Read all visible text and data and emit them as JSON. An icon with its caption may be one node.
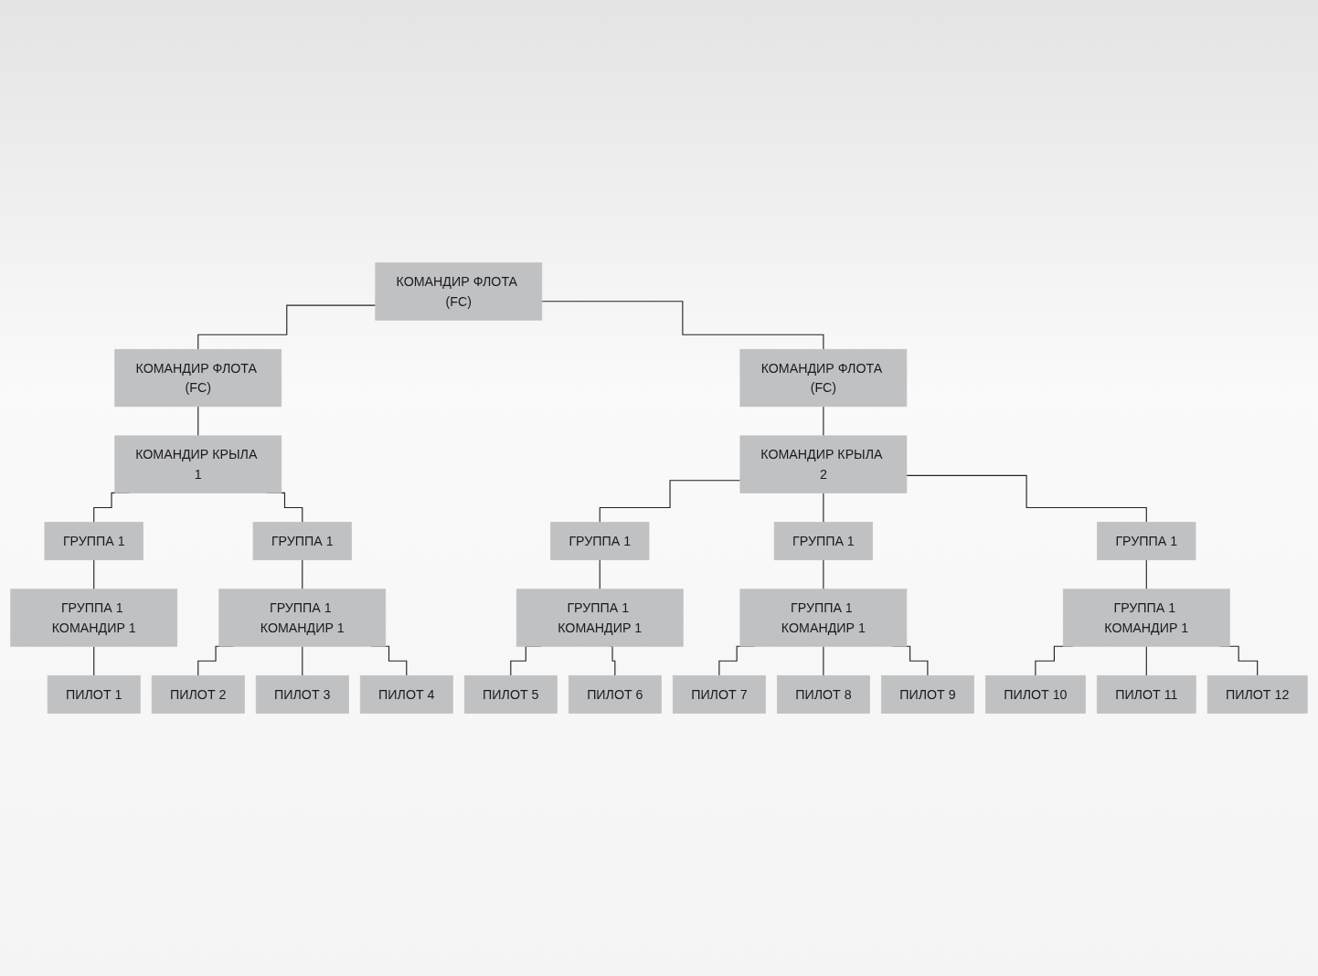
{
  "diagram": {
    "nodes": [
      {
        "text": [
          "КОМАНДИР ФЛОТА (FC)"
        ]
      },
      {
        "text": [
          "КОМАНДИР ФЛОТА (FC)"
        ]
      },
      {
        "text": [
          "КОМАНДИР ФЛОТА (FC)"
        ]
      },
      {
        "text": [
          "КОМАНДИР КРЫЛА 1"
        ]
      },
      {
        "text": [
          "КОМАНДИР КРЫЛА 2"
        ]
      },
      {
        "text": [
          "ГРУППА 1"
        ]
      },
      {
        "text": [
          "ГРУППА 1"
        ]
      },
      {
        "text": [
          "ГРУППА 1"
        ]
      },
      {
        "text": [
          "ГРУППА 1"
        ]
      },
      {
        "text": [
          "ГРУППА 1"
        ]
      },
      {
        "text": [
          "ГРУППА 1 КОМАНДИР 1"
        ]
      },
      {
        "text": [
          "ГРУППА 1 КОМАНДИР 1"
        ]
      },
      {
        "text": [
          "ГРУППА 1 КОМАНДИР 1"
        ]
      },
      {
        "text": [
          "ГРУППА 1 КОМАНДИР 1"
        ]
      },
      {
        "text": [
          "ГРУППА 1 КОМАНДИР 1"
        ]
      },
      {
        "text": [
          "ПИЛОТ 1"
        ]
      },
      {
        "text": [
          "ПИЛОТ 2"
        ]
      },
      {
        "text": [
          "ПИЛОТ 3"
        ]
      },
      {
        "text": [
          "ПИЛОТ 4"
        ]
      },
      {
        "text": [
          "ПИЛОТ 5"
        ]
      },
      {
        "text": [
          "ПИЛОТ 6"
        ]
      },
      {
        "text": [
          "ПИЛОТ 7"
        ]
      },
      {
        "text": [
          "ПИЛОТ 8"
        ]
      },
      {
        "text": [
          "ПИЛОТ 9"
        ]
      },
      {
        "text": [
          "ПИЛОТ 10"
        ]
      },
      {
        "text": [
          "ПИЛОТ 11"
        ]
      },
      {
        "text": [
          "ПИЛОТ 12"
        ]
      }
    ],
    "edges": [
      {
        "from": 0,
        "to": 1,
        "arrow": "none"
      },
      {
        "from": 0,
        "to": 2,
        "arrow": "none"
      },
      {
        "from": 1,
        "to": 3,
        "arrow": "none"
      },
      {
        "from": 2,
        "to": 4,
        "arrow": "none"
      },
      {
        "from": 3,
        "to": 5,
        "arrow": "none"
      },
      {
        "from": 3,
        "to": 6,
        "arrow": "none"
      },
      {
        "from": 4,
        "to": 7,
        "arrow": "none"
      },
      {
        "from": 4,
        "to": 8,
        "arrow": "none"
      },
      {
        "from": 4,
        "to": 9,
        "arrow": "none"
      },
      {
        "from": 5,
        "to": 10,
        "arrow": "none"
      },
      {
        "from": 6,
        "to": 11,
        "arrow": "none"
      },
      {
        "from": 7,
        "to": 12,
        "arrow": "none"
      },
      {
        "from": 8,
        "to": 13,
        "arrow": "none"
      },
      {
        "from": 9,
        "to": 14,
        "arrow": "none"
      },
      {
        "from": 10,
        "to": 15,
        "arrow": "none"
      },
      {
        "from": 11,
        "to": 16,
        "arrow": "none"
      },
      {
        "from": 11,
        "to": 17,
        "arrow": "none"
      },
      {
        "from": 11,
        "to": 18,
        "arrow": "none"
      },
      {
        "from": 12,
        "to": 19,
        "arrow": "none"
      },
      {
        "from": 12,
        "to": 20,
        "arrow": "none"
      },
      {
        "from": 13,
        "to": 21,
        "arrow": "none"
      },
      {
        "from": 13,
        "to": 22,
        "arrow": "none"
      },
      {
        "from": 13,
        "to": 23,
        "arrow": "none"
      },
      {
        "from": 14,
        "to": 24,
        "arrow": "none"
      },
      {
        "from": 14,
        "to": 25,
        "arrow": "none"
      },
      {
        "from": 14,
        "to": 26,
        "arrow": "none"
      }
    ]
  }
}
